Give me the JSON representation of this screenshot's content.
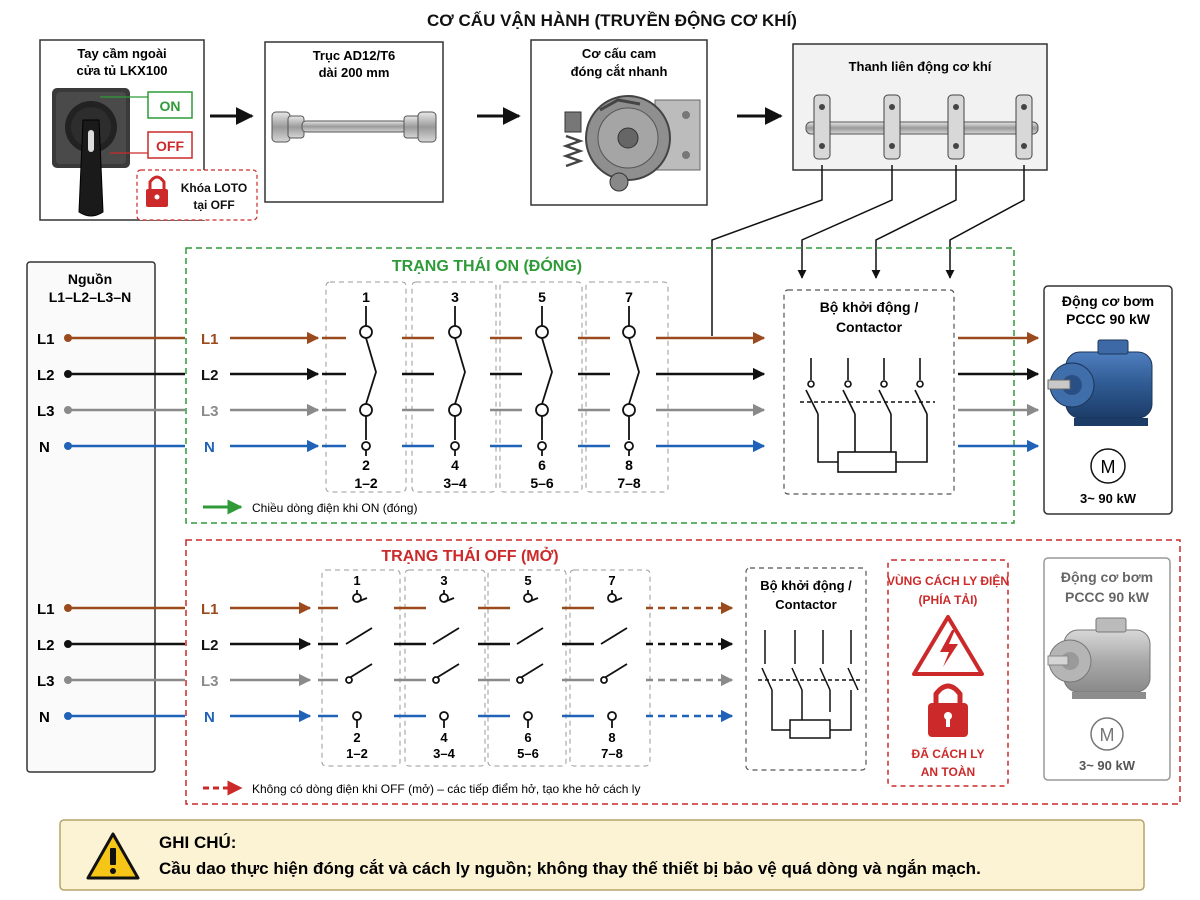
{
  "title": "CƠ CẤU VẬN HÀNH (TRUYỀN ĐỘNG CƠ KHÍ)",
  "mechanism": {
    "handle": {
      "title_line1": "Tay cầm ngoài",
      "title_line2": "cửa tủ LKX100",
      "on": "ON",
      "off": "OFF",
      "loto_line1": "Khóa LOTO",
      "loto_line2": "tại OFF"
    },
    "shaft": {
      "title_line1": "Trục AD12/T6",
      "title_line2": "dài 200 mm"
    },
    "cam": {
      "title_line1": "Cơ cấu cam",
      "title_line2": "đóng cắt nhanh"
    },
    "bar": {
      "title": "Thanh liên động cơ khí"
    }
  },
  "source": {
    "title_line1": "Nguồn",
    "title_line2": "L1–L2–L3–N",
    "lines": [
      "L1",
      "L2",
      "L3",
      "N"
    ]
  },
  "phases": [
    "L1",
    "L2",
    "L3",
    "N"
  ],
  "poles": [
    {
      "top": "1",
      "bottom": "2",
      "pair": "1–2"
    },
    {
      "top": "3",
      "bottom": "4",
      "pair": "3–4"
    },
    {
      "top": "5",
      "bottom": "6",
      "pair": "5–6"
    },
    {
      "top": "7",
      "bottom": "8",
      "pair": "7–8"
    }
  ],
  "state_on": {
    "title": "TRẠNG THÁI ON (ĐÓNG)",
    "legend": "Chiều dòng điện khi ON (đóng)",
    "contactor_line1": "Bộ khởi động /",
    "contactor_line2": "Contactor",
    "motor_line1": "Động cơ bơm",
    "motor_line2": "PCCC 90 kW",
    "motor_symbol": "M",
    "motor_rating": "3~ 90 kW"
  },
  "state_off": {
    "title": "TRẠNG THÁI OFF (MỞ)",
    "legend": "Không có dòng điện khi OFF (mở) – các tiếp điểm hở, tạo khe hở cách ly",
    "contactor_line1": "Bộ khởi động /",
    "contactor_line2": "Contactor",
    "isolation_line1": "VÙNG CÁCH LY ĐIỆN",
    "isolation_line2": "(PHÍA TẢI)",
    "isolated_line1": "ĐÃ CÁCH LY",
    "isolated_line2": "AN TOÀN",
    "motor_line1": "Động cơ bơm",
    "motor_line2": "PCCC 90 kW",
    "motor_symbol": "M",
    "motor_rating": "3~ 90 kW"
  },
  "note": {
    "title": "GHI CHÚ:",
    "text": "Cầu dao thực hiện  đóng cắt và cách ly nguồn; không thay thế thiết bị bảo vệ quá dòng và ngắn mạch."
  },
  "colors": {
    "L1": "#9a4a1c",
    "L2": "#111111",
    "L3": "#8a8a8a",
    "N": "#1f62b8",
    "on_frame": "#2e9b38",
    "off_frame": "#cc2a2a",
    "warn_fill": "#fbf3d4",
    "warn_border": "#b6a46a",
    "motor_blue": "#2f5a92"
  },
  "icons": [
    "rotary-handle-icon",
    "padlock-icon",
    "drive-shaft-icon",
    "cam-mechanism-icon",
    "interlock-bar-icon",
    "electric-motor-icon",
    "high-voltage-warning-icon",
    "warning-triangle-icon"
  ]
}
